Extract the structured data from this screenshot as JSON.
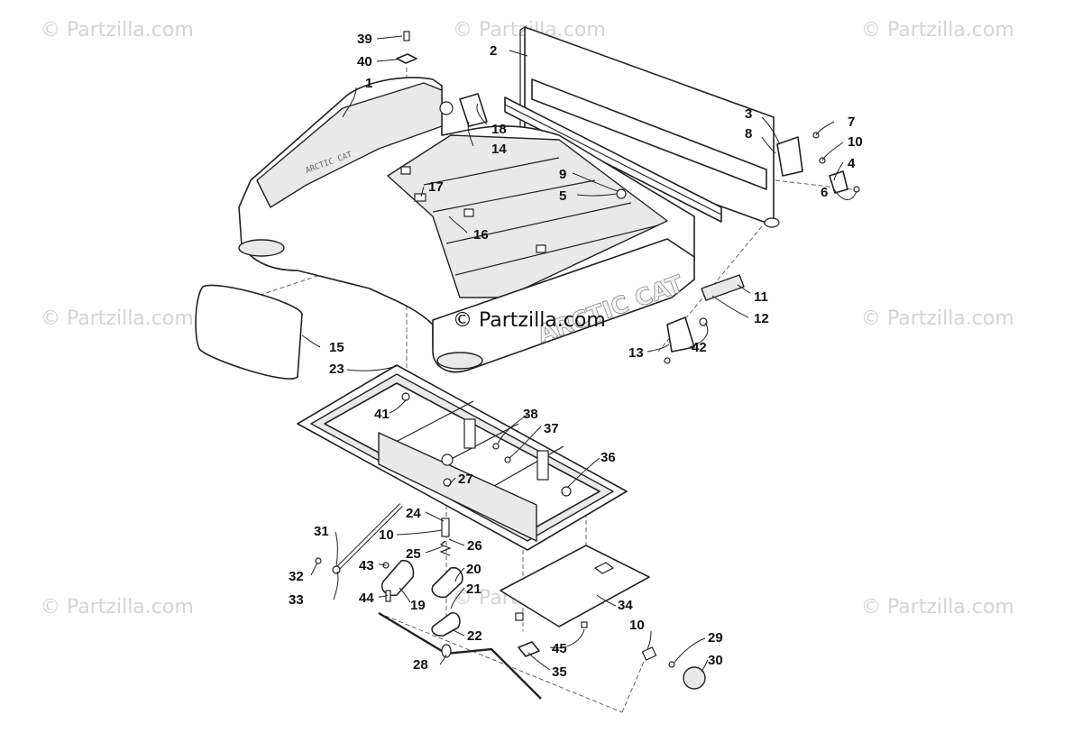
{
  "watermarks": {
    "top_left": "© Partzilla.com",
    "top_center": "© Partzilla.com",
    "top_right": "© Partzilla.com",
    "mid_left": "© Partzilla.com",
    "center": "© Partzilla.com",
    "mid_right": "© Partzilla.com",
    "bottom_left": "© Partzilla.com",
    "bottom_center": "© Partzilla.com",
    "bottom_right": "© Partzilla.com"
  },
  "brand_text": "ARCTIC CAT",
  "decal_text": "ARCTIC CAT",
  "callouts": {
    "p1": "1",
    "p2": "2",
    "p3": "3",
    "p4": "4",
    "p5": "5",
    "p6": "6",
    "p7": "7",
    "p8": "8",
    "p9": "9",
    "p10a": "10",
    "p10b": "10",
    "p10c": "10",
    "p11": "11",
    "p12": "12",
    "p13": "13",
    "p14": "14",
    "p15": "15",
    "p16": "16",
    "p17": "17",
    "p18": "18",
    "p19": "19",
    "p20": "20",
    "p21": "21",
    "p22": "22",
    "p23": "23",
    "p24": "24",
    "p25": "25",
    "p26": "26",
    "p27": "27",
    "p28": "28",
    "p29": "29",
    "p30": "30",
    "p31": "31",
    "p32": "32",
    "p33": "33",
    "p34": "34",
    "p35": "35",
    "p36": "36",
    "p37": "37",
    "p38": "38",
    "p39": "39",
    "p40": "40",
    "p41": "41",
    "p42": "42",
    "p43": "43",
    "p44": "44",
    "p45": "45"
  },
  "colors": {
    "ink": "#222222",
    "watermark": "#d4d4d4",
    "background": "#ffffff"
  }
}
